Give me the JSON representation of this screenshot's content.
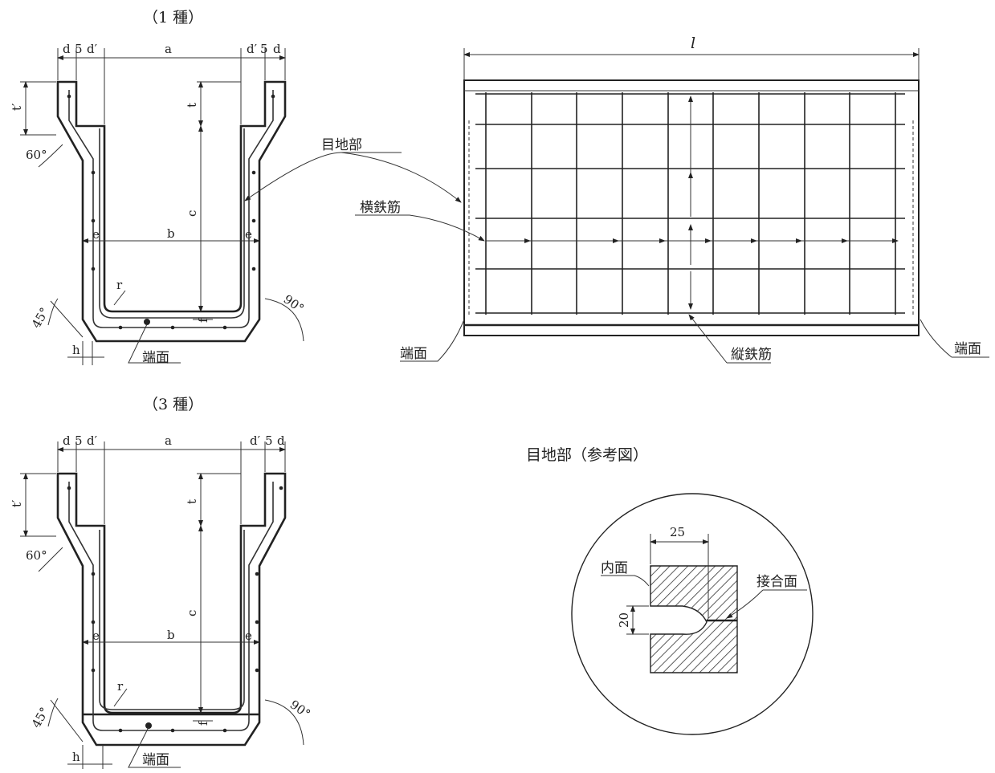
{
  "titles": {
    "type1": "（1 種）",
    "type3": "（3 種）",
    "joint_ref": "目地部（参考図）"
  },
  "dims": {
    "d": "d",
    "five": "5",
    "d_prime": "d′",
    "a": "a",
    "t": "t",
    "t_prime": "t′",
    "c": "c",
    "b": "b",
    "e": "e",
    "f": "f",
    "r": "r",
    "h": "h",
    "l": "l",
    "deg60": "60°",
    "deg45": "45°",
    "deg90": "90°",
    "j25": "25",
    "j20": "20"
  },
  "labels": {
    "end_face": "端面",
    "joint": "目地部",
    "transverse_rebar": "横鉄筋",
    "longitudinal_rebar": "縦鉄筋",
    "inner_face": "内面",
    "joint_face": "接合面"
  }
}
